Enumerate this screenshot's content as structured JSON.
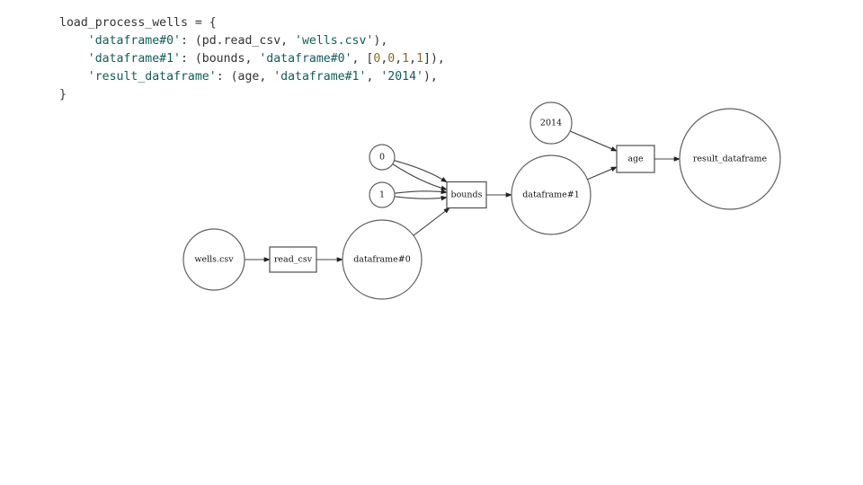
{
  "code": {
    "lines": [
      [
        {
          "t": "load_process_wells = {",
          "c": "plain"
        }
      ],
      [
        {
          "t": "    ",
          "c": "plain"
        },
        {
          "t": "'dataframe#0'",
          "c": "str"
        },
        {
          "t": ": (pd.read_csv, ",
          "c": "plain"
        },
        {
          "t": "'wells.csv'",
          "c": "str"
        },
        {
          "t": "),",
          "c": "plain"
        }
      ],
      [
        {
          "t": "    ",
          "c": "plain"
        },
        {
          "t": "'dataframe#1'",
          "c": "str"
        },
        {
          "t": ": (bounds, ",
          "c": "plain"
        },
        {
          "t": "'dataframe#0'",
          "c": "str"
        },
        {
          "t": ", [",
          "c": "plain"
        },
        {
          "t": "0",
          "c": "num"
        },
        {
          "t": ",",
          "c": "plain"
        },
        {
          "t": "0",
          "c": "num"
        },
        {
          "t": ",",
          "c": "plain"
        },
        {
          "t": "1",
          "c": "num"
        },
        {
          "t": ",",
          "c": "plain"
        },
        {
          "t": "1",
          "c": "num"
        },
        {
          "t": "]),",
          "c": "plain"
        }
      ],
      [
        {
          "t": "    ",
          "c": "plain"
        },
        {
          "t": "'result_dataframe'",
          "c": "str"
        },
        {
          "t": ": (age, ",
          "c": "plain"
        },
        {
          "t": "'dataframe#1'",
          "c": "str"
        },
        {
          "t": ", ",
          "c": "plain"
        },
        {
          "t": "'2014'",
          "c": "str"
        },
        {
          "t": "),",
          "c": "plain"
        }
      ],
      [
        {
          "t": "}",
          "c": "plain"
        }
      ]
    ]
  },
  "diagram": {
    "nodes": [
      {
        "id": "wells_csv",
        "label": "wells.csv",
        "shape": "circle"
      },
      {
        "id": "read_csv",
        "label": "read_csv",
        "shape": "box"
      },
      {
        "id": "dataframe0",
        "label": "dataframe#0",
        "shape": "circle"
      },
      {
        "id": "zero",
        "label": "0",
        "shape": "circle"
      },
      {
        "id": "one",
        "label": "1",
        "shape": "circle"
      },
      {
        "id": "bounds",
        "label": "bounds",
        "shape": "box"
      },
      {
        "id": "dataframe1",
        "label": "dataframe#1",
        "shape": "circle"
      },
      {
        "id": "y2014",
        "label": "2014",
        "shape": "circle"
      },
      {
        "id": "age",
        "label": "age",
        "shape": "box"
      },
      {
        "id": "result_dataframe",
        "label": "result_dataframe",
        "shape": "circle"
      }
    ],
    "edges": [
      {
        "from": "wells_csv",
        "to": "read_csv"
      },
      {
        "from": "read_csv",
        "to": "dataframe0"
      },
      {
        "from": "dataframe0",
        "to": "bounds"
      },
      {
        "from": "zero",
        "to": "bounds"
      },
      {
        "from": "zero",
        "to": "bounds"
      },
      {
        "from": "one",
        "to": "bounds"
      },
      {
        "from": "one",
        "to": "bounds"
      },
      {
        "from": "bounds",
        "to": "dataframe1"
      },
      {
        "from": "dataframe1",
        "to": "age"
      },
      {
        "from": "y2014",
        "to": "age"
      },
      {
        "from": "age",
        "to": "result_dataframe"
      }
    ]
  }
}
